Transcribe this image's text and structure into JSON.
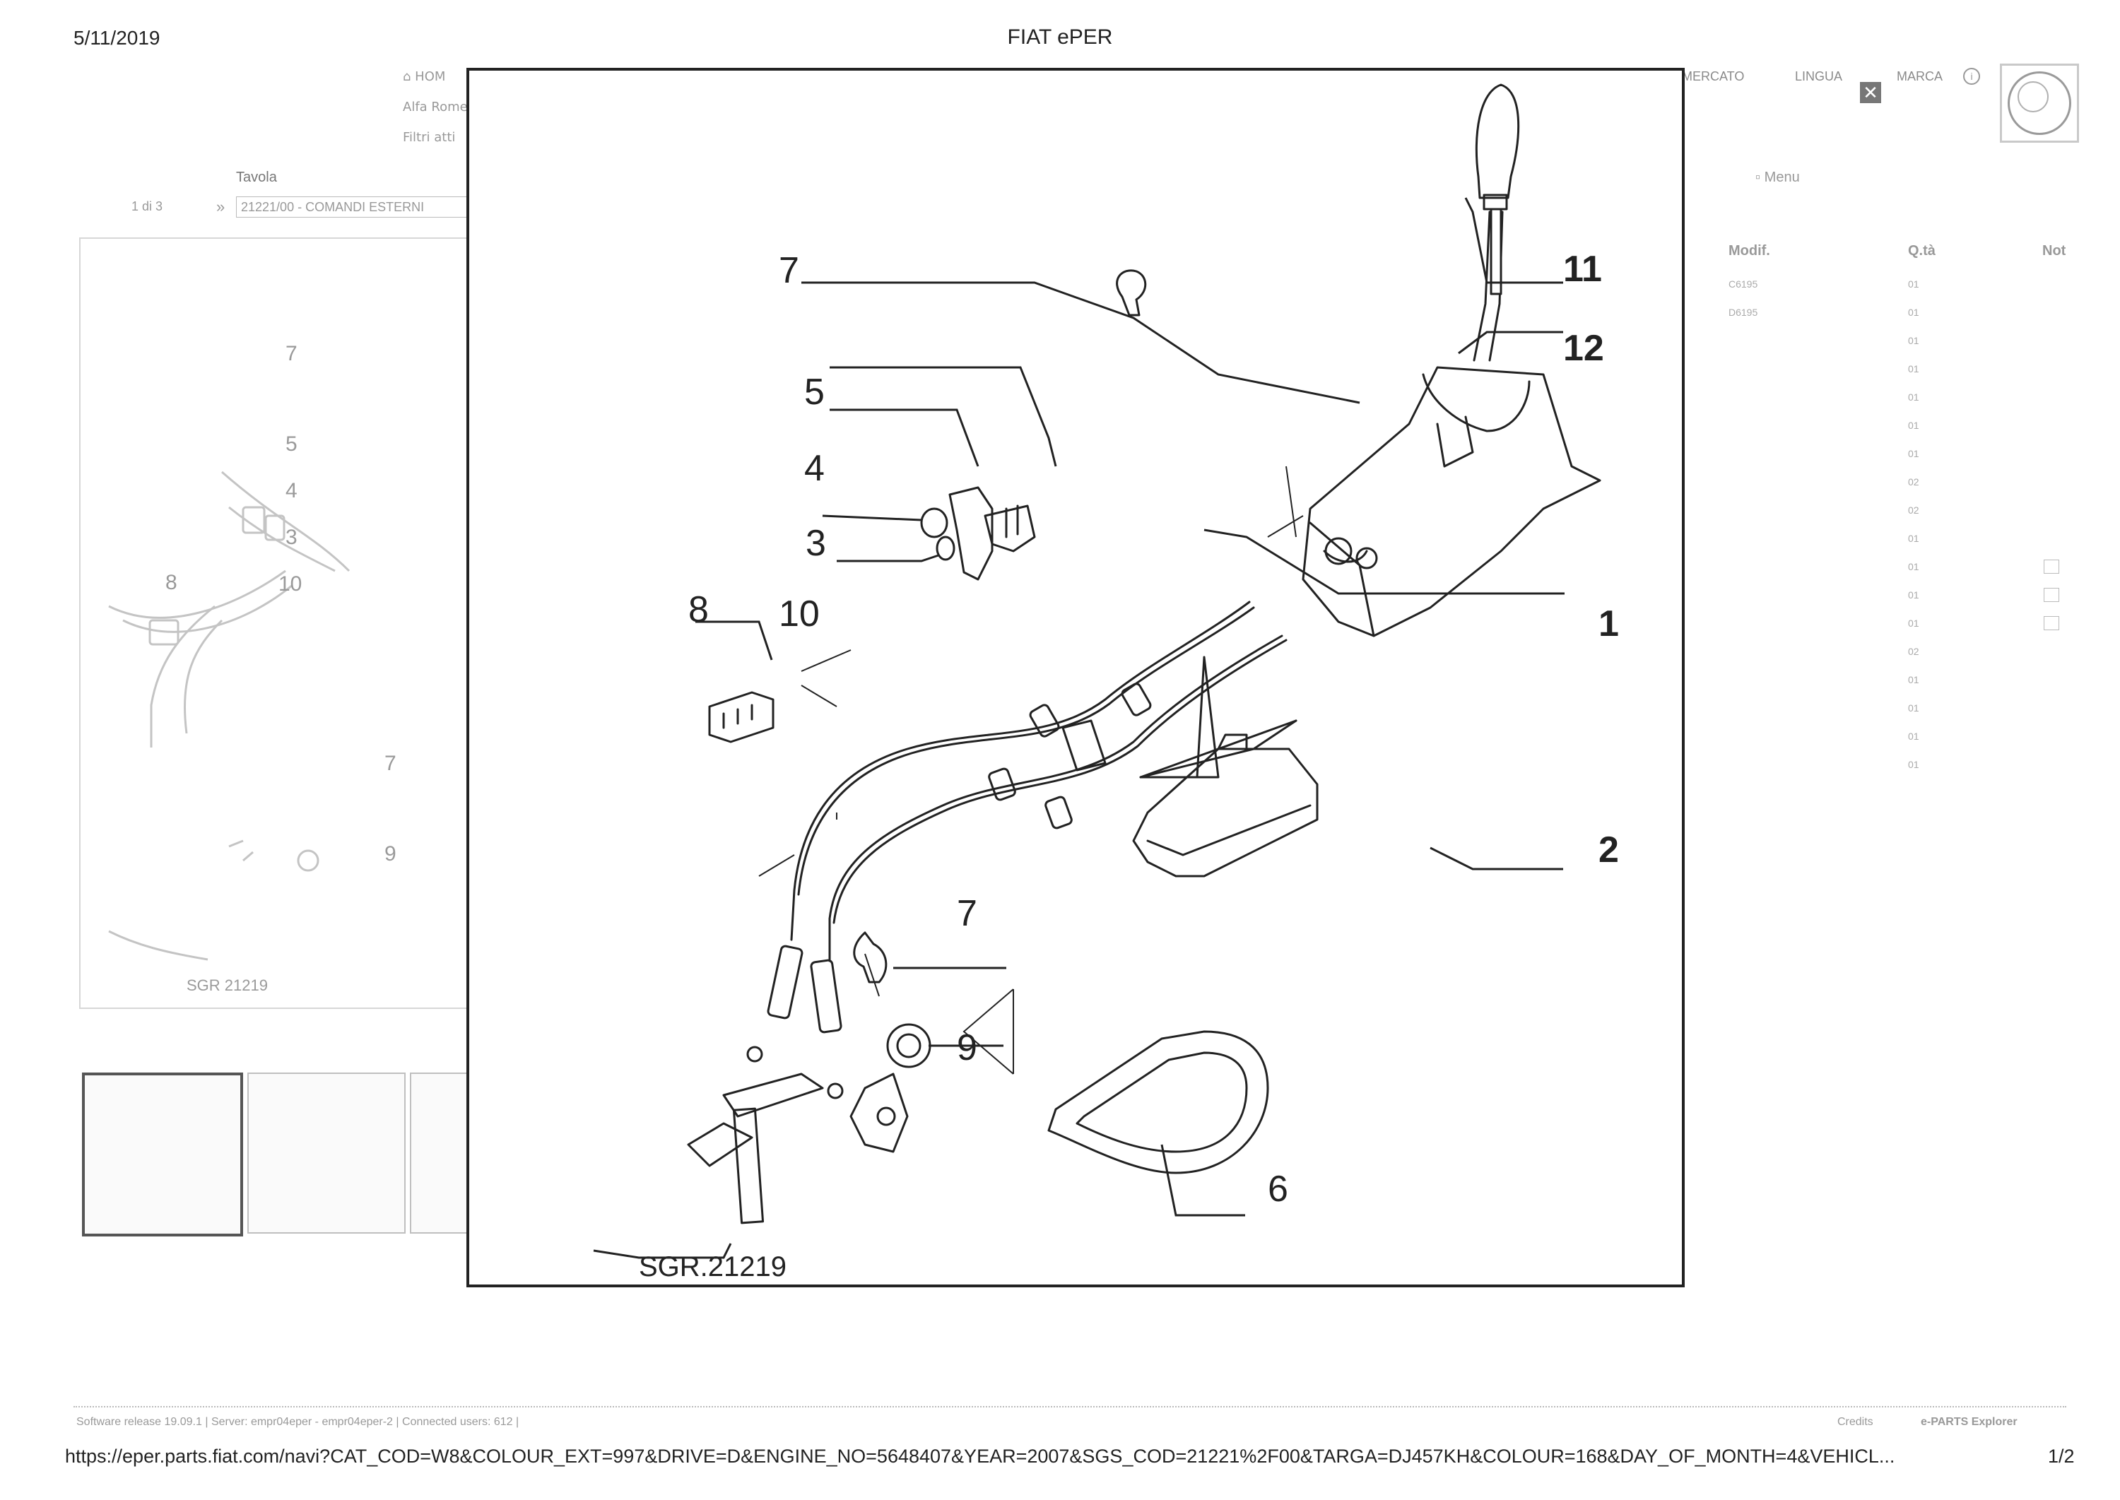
{
  "print": {
    "date": "5/11/2019",
    "title": "FIAT ePER",
    "url": "https://eper.parts.fiat.com/navi?CAT_COD=W8&COLOUR_EXT=997&DRIVE=D&ENGINE_NO=5648407&YEAR=2007&SGS_COD=21221%2F00&TARGA=DJ457KH&COLOUR=168&DAY_OF_MONTH=4&VEHICL...",
    "page": "1/2"
  },
  "topbar": {
    "home_label": "HOM",
    "breadcrumb": "Alfa Rome",
    "filters": "Filtri atti",
    "mercato": "MERCATO",
    "lingua": "LINGUA",
    "marca": "MARCA"
  },
  "tavola": {
    "label": "Tavola",
    "pager": "1 di 3",
    "arrow": "»",
    "selected": "21221/00 - COMANDI ESTERNI"
  },
  "menu": {
    "label": "Menu"
  },
  "table": {
    "headers": {
      "modif": "Modif.",
      "qty": "Q.tà",
      "note": "Not"
    },
    "rows": [
      {
        "modif": "C6195",
        "qty": "01"
      },
      {
        "modif": "D6195",
        "qty": "01"
      },
      {
        "modif": "",
        "qty": "01"
      },
      {
        "modif": "",
        "qty": "01"
      },
      {
        "modif": "",
        "qty": "01"
      },
      {
        "modif": "",
        "qty": "01"
      },
      {
        "modif": "",
        "qty": "01"
      },
      {
        "modif": "",
        "qty": "02"
      },
      {
        "modif": "",
        "qty": "02"
      },
      {
        "modif": "",
        "qty": "01"
      },
      {
        "modif": "",
        "qty": "01"
      },
      {
        "modif": "",
        "qty": "01"
      },
      {
        "modif": "",
        "qty": "01"
      },
      {
        "modif": "",
        "qty": "02"
      },
      {
        "modif": "",
        "qty": "01"
      },
      {
        "modif": "",
        "qty": "01"
      },
      {
        "modif": "",
        "qty": "01"
      },
      {
        "modif": "",
        "qty": "01"
      }
    ]
  },
  "diagram": {
    "callouts": [
      "7",
      "5",
      "4",
      "3",
      "10",
      "8",
      "11",
      "12",
      "1",
      "2",
      "7",
      "9",
      "6"
    ],
    "ref": "SGR.21219"
  },
  "bg_diagram": {
    "callouts": [
      "7",
      "5",
      "4",
      "3",
      "10",
      "8",
      "7",
      "9"
    ],
    "ref": "SGR 21219"
  },
  "footer": {
    "software": "Software release 19.09.1  |  Server: empr04eper - empr04eper-2  |  Connected users: 612  |",
    "credits": "Credits",
    "brand": "e-PARTS Explorer"
  }
}
